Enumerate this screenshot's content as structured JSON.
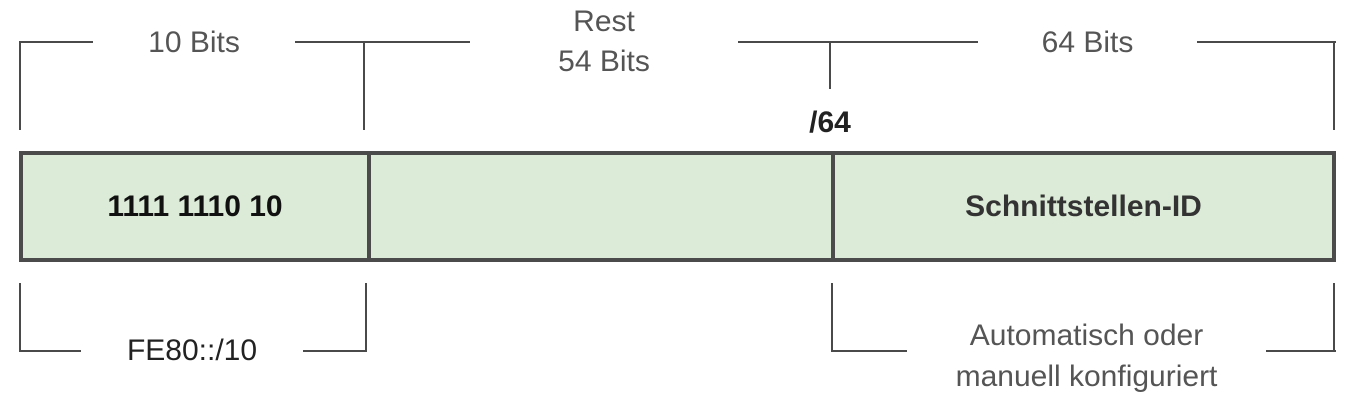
{
  "top": {
    "prefix_bits": "10 Bits",
    "rest_line1": "Rest",
    "rest_line2": "54 Bits",
    "interface_bits": "64 Bits",
    "prefix_length": "/64"
  },
  "bar": {
    "segment1": "1111 1110 10",
    "segment2": "",
    "segment3": "Schnittstellen-ID"
  },
  "bottom": {
    "prefix": "FE80::/10",
    "config_line1": "Automatisch oder",
    "config_line2": "manuell konfiguriert"
  }
}
